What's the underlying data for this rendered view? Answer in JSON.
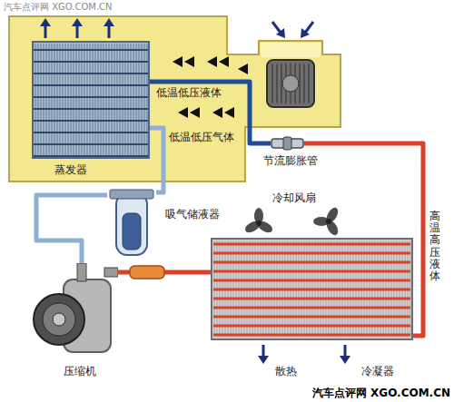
{
  "diagram": {
    "nodes": [
      {
        "text": [
          "蒸发器"
        ]
      },
      {
        "text": [
          "节流膨胀管"
        ]
      },
      {
        "text": [
          "吸气储液器"
        ]
      },
      {
        "text": [
          "压缩机"
        ]
      },
      {
        "text": [
          "冷凝器"
        ]
      }
    ],
    "edges": [
      {
        "from": 0,
        "to": 2,
        "label": "低温低压气体",
        "arrow": "none"
      },
      {
        "from": 2,
        "to": 3,
        "arrow": "none"
      },
      {
        "from": 3,
        "to": 4,
        "arrow": "none"
      },
      {
        "from": 4,
        "to": 1,
        "label": "高温高压液体",
        "arrow": "none"
      },
      {
        "from": 1,
        "to": 0,
        "label": "低温低压液体",
        "arrow": "none"
      }
    ],
    "labels": [
      "汽车点评网 XGO.COM.CN",
      "冷却风扇",
      "散热",
      "汽车点评网 XGO.COM.CN"
    ]
  }
}
